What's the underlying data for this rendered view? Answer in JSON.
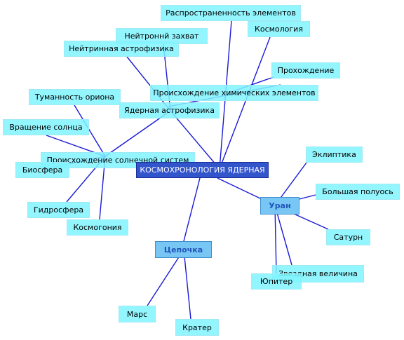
{
  "root": "КОСМОХРОНОЛОГИЯ ЯДЕРНАЯ",
  "hubs": {
    "uran": "Уран",
    "chain": "Цепочка"
  },
  "nodes": {
    "rasprostranennost": "Распространенность элементов",
    "kosmologia": "Космология",
    "neitronny_zakhvat": "Нейтроннй захват",
    "neitrinnaya": "Нейтринная астрофизика",
    "prokhozhdenie": "Прохождение",
    "proiskh_khim": "Происхождение химических элементов",
    "tumannost": "Туманность ориона",
    "yadernaya_astro": "Ядерная астрофизика",
    "vrashchenie": "Вращение солнца",
    "proiskh_solnech": "Происхождение солнечной систем",
    "biosfera": "Биосфера",
    "gidrosfera": "Гидросфера",
    "kosmogonia": "Космогония",
    "ekliptika": "Эклиптика",
    "bolshaya_poluos": "Большая полуось",
    "saturn": "Сатурн",
    "zvezdnaya": "Звездная величина",
    "yupiter": "Юпитер",
    "mars": "Марс",
    "krater": "Кратер"
  }
}
